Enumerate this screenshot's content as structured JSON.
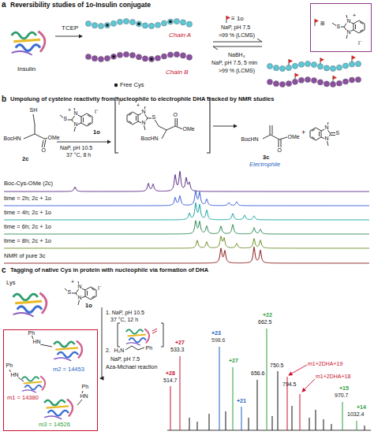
{
  "diagram": {
    "nodes": [
      {
        "text": [
          "≡",
          "S",
          "N",
          "N",
          "+",
          "I⁻"
        ]
      },
      {
        "text": [
          "m1 = 14380",
          "m2 = 14453",
          "m3 = 14526",
          "Ph",
          "HN",
          "Ph",
          "HN",
          "Ph",
          "HN"
        ]
      }
    ],
    "labels": [
      "a",
      "Reversibility studies of 1o-Insulin conjugate",
      "Insulin",
      "TCEP",
      "Chain A",
      "Chain B",
      "Free Cys",
      "≡ 1o",
      "NaP, pH 7.5",
      ">99 % (LCMS)",
      "NaBH₄",
      "NaP, pH 7.5, 5 min",
      ">99 % (LCMS)",
      "b",
      "Umpolung of cysteine reactivity from nucleophile to electrophile DHA tracked by NMR studies",
      "SH",
      "BocHN",
      "OMe",
      "O",
      "2c",
      "S",
      "N",
      "N",
      "+",
      "I⁻",
      "1o",
      "NaP, pH 10.5",
      "37 °C, 8 h",
      "I⁻",
      "N",
      "+",
      "N",
      "S",
      "BocHN",
      "O",
      "OMe",
      "BocHN",
      "OMe",
      "O",
      "3c",
      "Electrophile",
      "+",
      "N",
      "N",
      "S",
      "Boc-Cys-OMe (2c)",
      "time = 2h; 2c + 1o",
      "time = 4h; 2c + 1o",
      "time = 6h; 2c + 1o",
      "time = 8h; 2c + 1o",
      "NMR of pure 3c",
      "c",
      "Tagging of native Cys in protein with nucleophile via formation of DHA",
      "Lys",
      "S",
      "N",
      "N",
      "+",
      "I⁻",
      "1o",
      "1. NaP, pH 10.5",
      "37 °C, 12 h",
      "2.",
      "H₂N",
      "Ph",
      "NaP, pH 7.5",
      "Aza-Michael reaction",
      "+22",
      "662.5",
      "+23",
      "598.6",
      "+27",
      "533.3",
      "+28",
      "514.7",
      "+27",
      "656.6",
      "750.5",
      "m1+2DHA+19",
      "794.5",
      "m1+2DHA+18",
      "+21",
      "+15",
      "970.7",
      "+14",
      "1032.4"
    ]
  }
}
